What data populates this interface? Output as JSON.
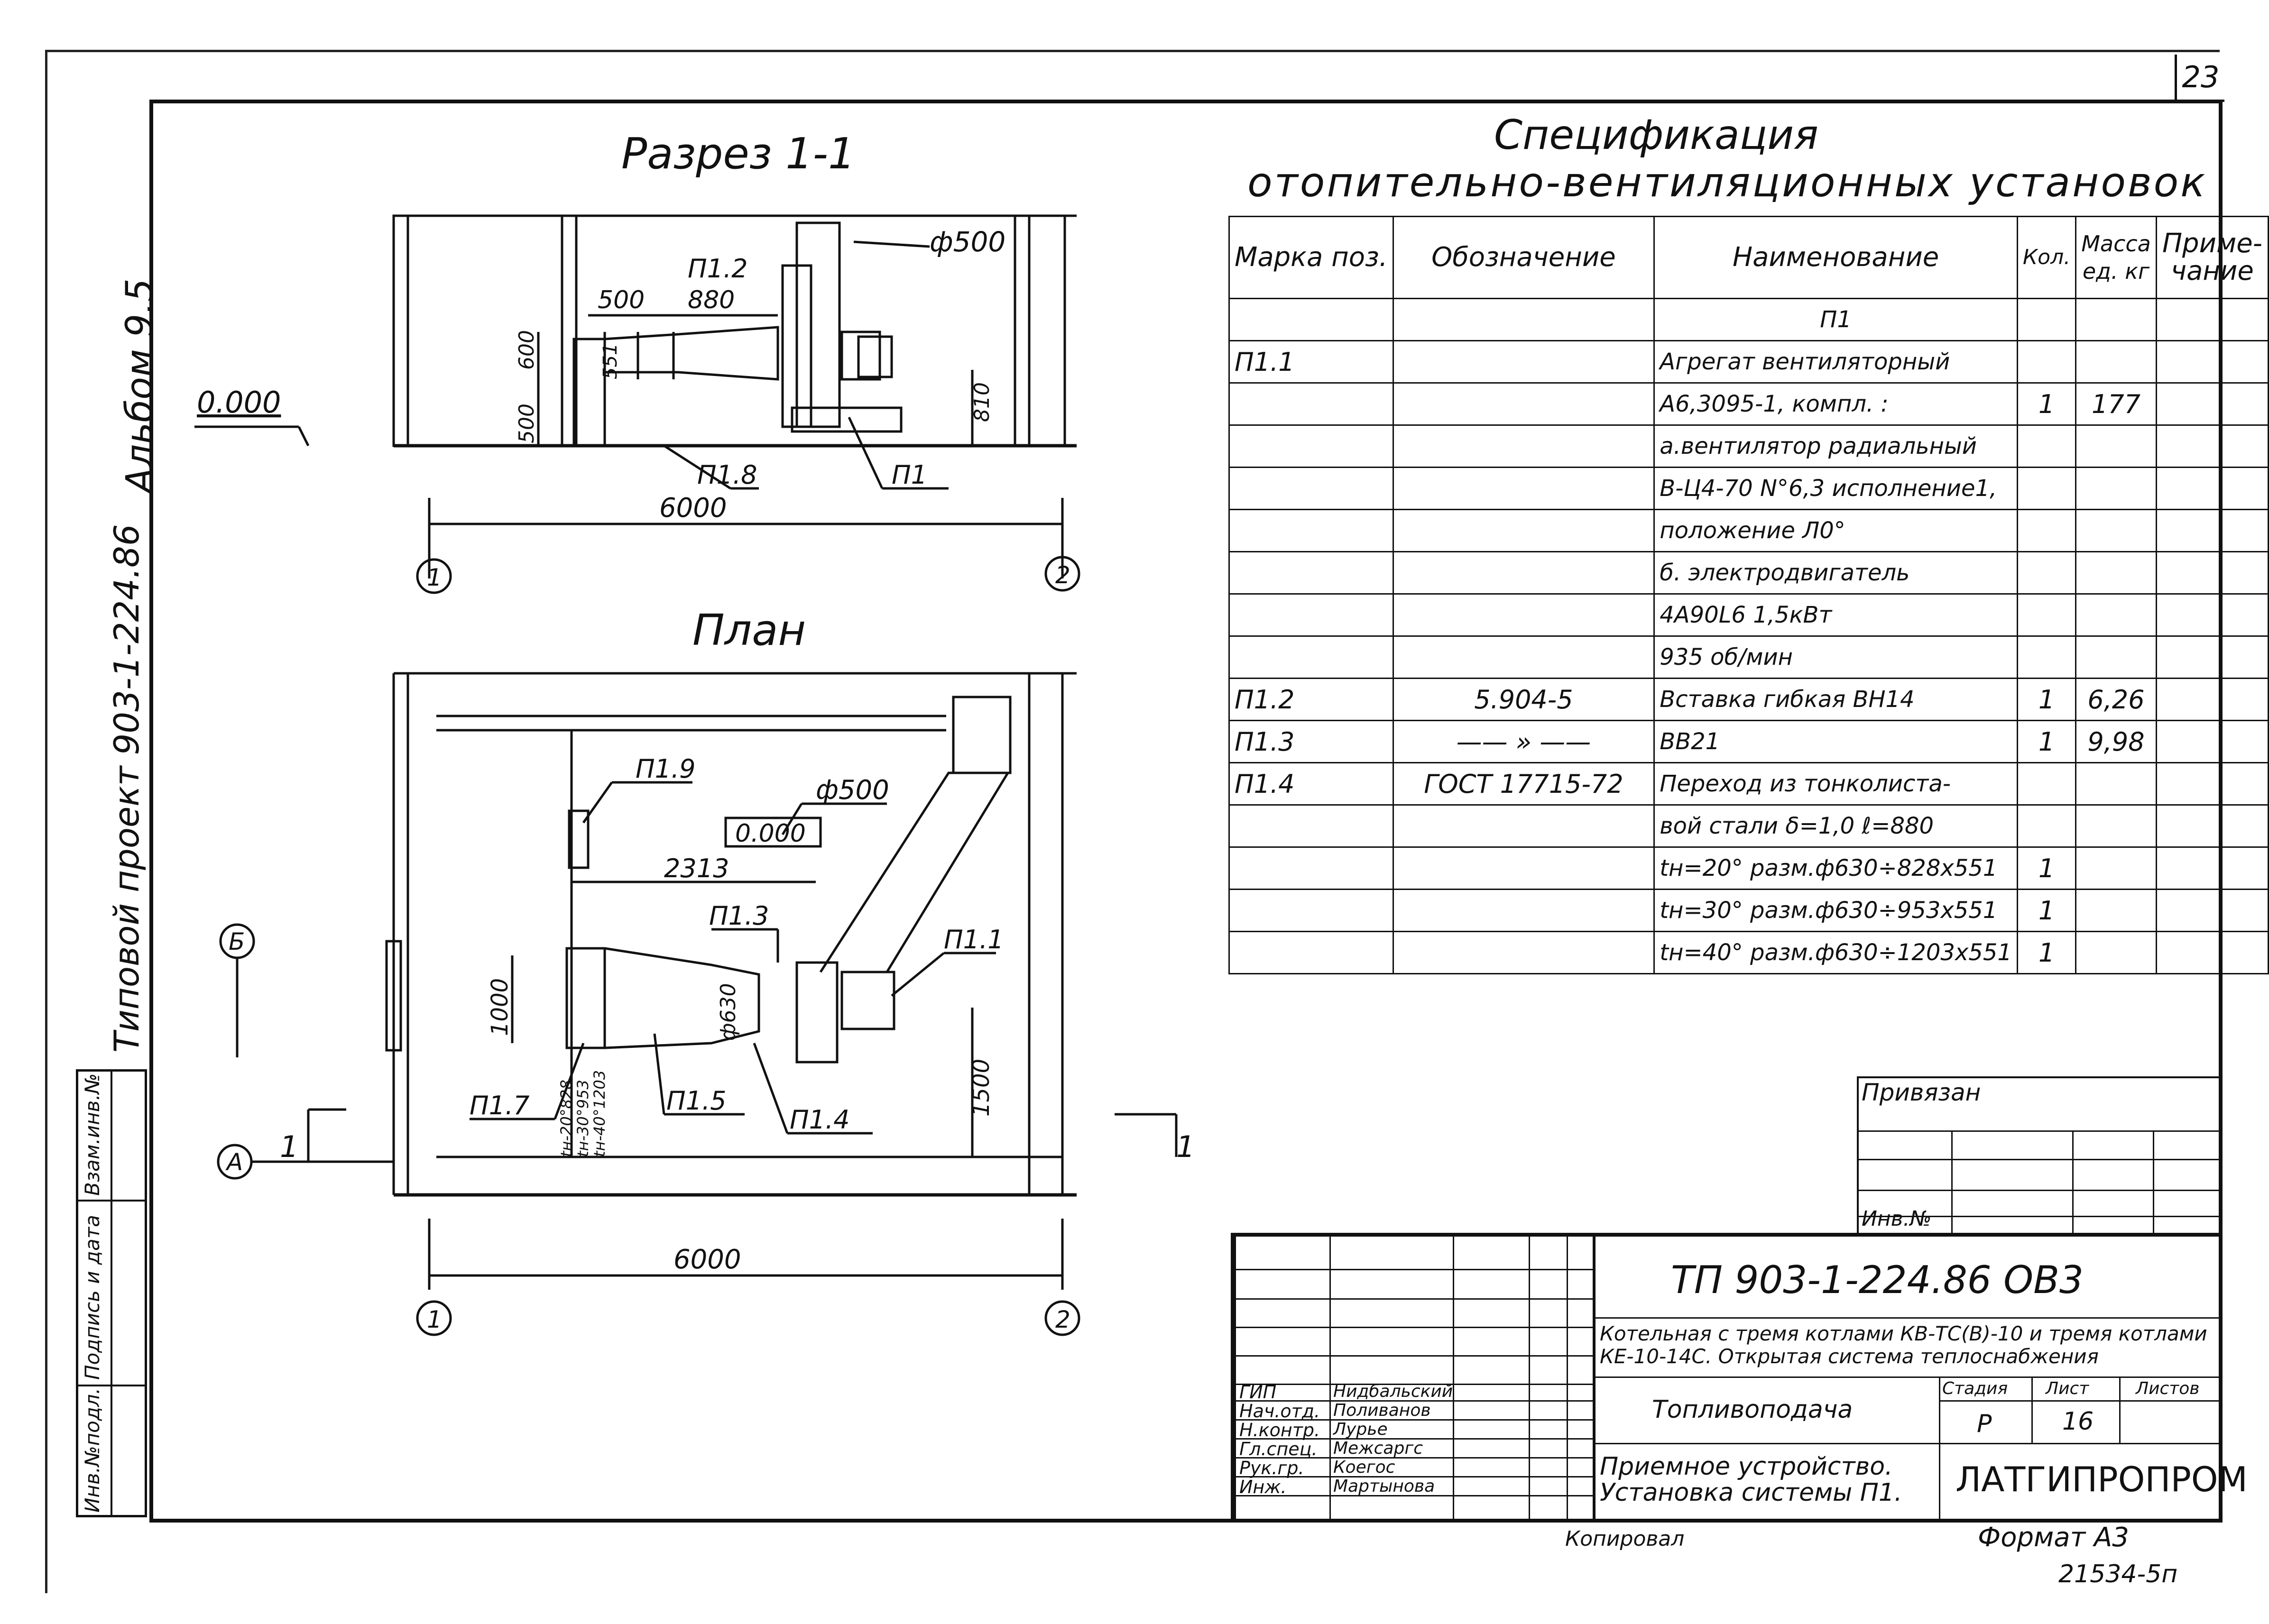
{
  "sheet_number": "23",
  "side_labels": {
    "album": "Альбом 9.5",
    "project": "Типовой проект 903-1-224.86",
    "strip": [
      "Инв.№подл.",
      "Подпись и дата",
      "Взам.инв.№"
    ]
  },
  "drawing": {
    "section_title": "Разрез 1-1",
    "plan_title": "План",
    "section": {
      "level": "0.000",
      "duct_diameter": "ф500",
      "dims": [
        "500",
        "880",
        "600",
        "500",
        "551",
        "810",
        "6000"
      ],
      "labels": [
        "П1.2",
        "П1.8",
        "П1"
      ],
      "axes": [
        "1",
        "2"
      ]
    },
    "plan": {
      "level": "0.000",
      "duct_diameter": "ф500",
      "dims": [
        "2313",
        "1000",
        "ф630",
        "1500",
        "6000"
      ],
      "labels": [
        "П1.9",
        "П1.3",
        "П1.1",
        "П1.7",
        "П1.5",
        "П1.4"
      ],
      "angle_notes": [
        "tн-20°828",
        "tн-30°953",
        "tн-40°1203"
      ],
      "axes": [
        "1",
        "2",
        "Б",
        "А"
      ],
      "cut_marks": [
        "1",
        "1"
      ]
    }
  },
  "specification": {
    "title_line1": "Спецификация",
    "title_line2": "отопительно-вентиляционных установок",
    "headers": {
      "mark": "Марка поз.",
      "designation": "Обозначение",
      "name": "Наименование",
      "qty": "Кол.",
      "mass": "Масса ед. кг",
      "note": "Приме- чание"
    },
    "rows": [
      {
        "mark": "",
        "designation": "",
        "name": "П1",
        "qty": "",
        "mass": "",
        "note": ""
      },
      {
        "mark": "П1.1",
        "designation": "",
        "name": "Агрегат вентиляторный",
        "qty": "",
        "mass": "",
        "note": ""
      },
      {
        "mark": "",
        "designation": "",
        "name": "А6,3095-1, компл. :",
        "qty": "1",
        "mass": "177",
        "note": ""
      },
      {
        "mark": "",
        "designation": "",
        "name": "а.вентилятор радиальный",
        "qty": "",
        "mass": "",
        "note": ""
      },
      {
        "mark": "",
        "designation": "",
        "name": "В-Ц4-70 N°6,3 исполнение1,",
        "qty": "",
        "mass": "",
        "note": ""
      },
      {
        "mark": "",
        "designation": "",
        "name": "положение Л0°",
        "qty": "",
        "mass": "",
        "note": ""
      },
      {
        "mark": "",
        "designation": "",
        "name": "б. электродвигатель",
        "qty": "",
        "mass": "",
        "note": ""
      },
      {
        "mark": "",
        "designation": "",
        "name": "4А90L6      1,5кВт",
        "qty": "",
        "mass": "",
        "note": ""
      },
      {
        "mark": "",
        "designation": "",
        "name": "935 об/мин",
        "qty": "",
        "mass": "",
        "note": ""
      },
      {
        "mark": "П1.2",
        "designation": "5.904-5",
        "name": "Вставка гибкая ВН14",
        "qty": "1",
        "mass": "6,26",
        "note": ""
      },
      {
        "mark": "П1.3",
        "designation": "—— » ——",
        "name": "ВВ21",
        "qty": "1",
        "mass": "9,98",
        "note": ""
      },
      {
        "mark": "П1.4",
        "designation": "ГОСТ 17715-72",
        "name": "Переход из тонколиста-",
        "qty": "",
        "mass": "",
        "note": ""
      },
      {
        "mark": "",
        "designation": "",
        "name": "вой стали δ=1,0 ℓ=880",
        "qty": "",
        "mass": "",
        "note": ""
      },
      {
        "mark": "",
        "designation": "",
        "name": "tн=20° разм.ф630÷828х551",
        "qty": "1",
        "mass": "",
        "note": ""
      },
      {
        "mark": "",
        "designation": "",
        "name": "tн=30° разм.ф630÷953х551",
        "qty": "1",
        "mass": "",
        "note": ""
      },
      {
        "mark": "",
        "designation": "",
        "name": "tн=40° разм.ф630÷1203х551",
        "qty": "1",
        "mass": "",
        "note": ""
      }
    ]
  },
  "binding_stamp": {
    "label": "Привязан",
    "inv_label": "Инв.№"
  },
  "title_block": {
    "code": "ТП 903-1-224.86    ОВ3",
    "subject_line1": "Котельная с тремя котлами КВ-ТС(В)-10 и тремя котлами",
    "subject_line2": "КЕ-10-14С. Открытая система теплоснабжения",
    "section_name": "Топливоподача",
    "sheet_title_line1": "Приемное устройство.",
    "sheet_title_line2": "Установка системы П1.",
    "stage_label": "Стадия",
    "sheet_label": "Лист",
    "sheets_label": "Листов",
    "stage": "Р",
    "sheet": "16",
    "org": "ЛАТГИПРОПРОМ",
    "roles": [
      {
        "role": "ГИП",
        "name": "Нидбальский"
      },
      {
        "role": "Нач.отд.",
        "name": "Поливанов"
      },
      {
        "role": "Н.контр.",
        "name": "Лурье"
      },
      {
        "role": "Гл.спец.",
        "name": "Межсаргс"
      },
      {
        "role": "Рук.гр.",
        "name": "Коегос"
      },
      {
        "role": "Инж.",
        "name": "Мартынова"
      }
    ]
  },
  "footer": {
    "copied_by": "Копировал",
    "format": "Формат  А3",
    "archive": "21534-5п"
  }
}
